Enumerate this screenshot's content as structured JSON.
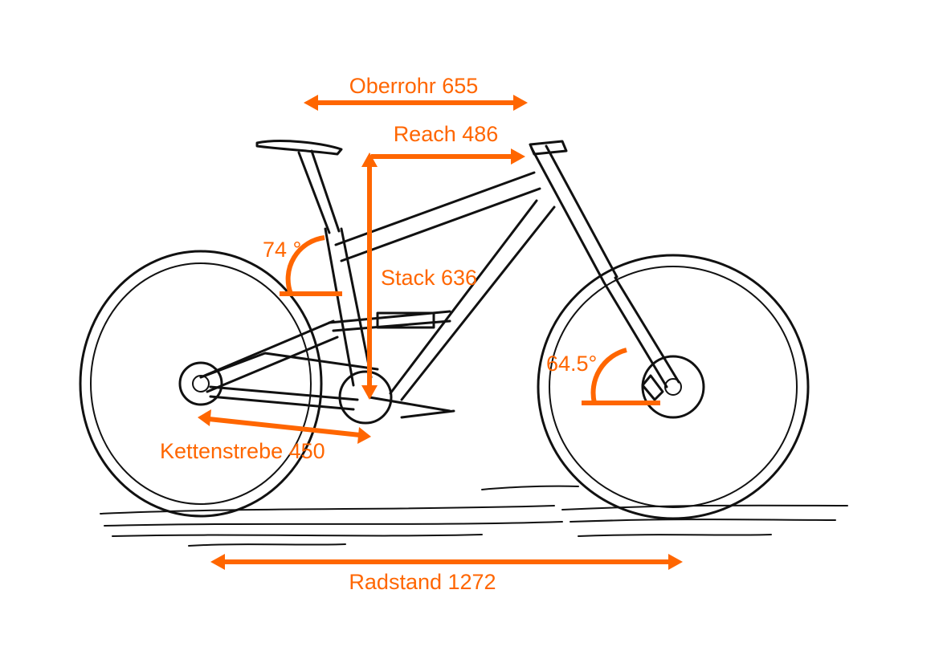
{
  "accent_color": "#ff6600",
  "labels": {
    "top_tube": "Oberrohr 655",
    "reach": "Reach 486",
    "stack": "Stack 636",
    "seat_angle": "74 °",
    "head_angle": "64.5°",
    "chainstay": "Kettenstrebe 450",
    "wheelbase": "Radstand 1272"
  }
}
